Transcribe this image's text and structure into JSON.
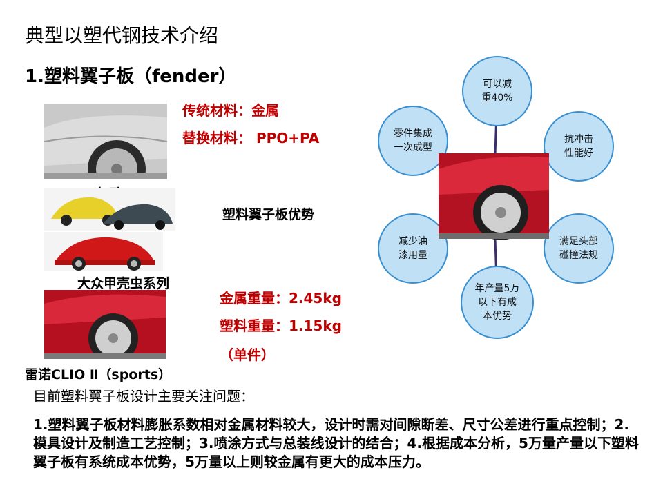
{
  "title": "典型以塑代钢技术介绍",
  "subtitle": "1.塑料翼子板（fender）",
  "traditional": "传统材料：金属",
  "replacement": "替换材料： PPO+PA",
  "cars": {
    "peugeot": "标致307",
    "beetle": "大众甲壳虫系列",
    "clio": "雷诺CLIO Ⅱ（sports）"
  },
  "advantage_heading": "塑料翼子板优势",
  "weights": {
    "metal": "金属重量：2.45kg",
    "plastic": "塑料重量：1.15kg",
    "unit": "（单件）"
  },
  "bubbles": {
    "top": [
      "可以减",
      "重40%"
    ],
    "upper_right": [
      "抗冲击",
      "性能好"
    ],
    "lower_right": [
      "满足头部",
      "碰撞法规"
    ],
    "bottom": [
      "年产量5万",
      "以下有成",
      "本优势"
    ],
    "lower_left": [
      "减少油",
      "漆用量"
    ],
    "upper_left": [
      "零件集成",
      "一次成型"
    ]
  },
  "concern_heading": "目前塑料翼子板设计主要关注问题：",
  "concern_body": "1.塑料翼子板材料膨胀系数相对金属材料较大，设计时需对间隙断差、尺寸公差进行重点控制；2.模具设计及制造工艺控制；3.喷涂方式与总装线设计的结合；4.根据成本分析，5万量产量以下塑料翼子板有系统成本优势，5万量以上则较金属有更大的成本压力。",
  "colors": {
    "accent_red": "#c00000",
    "bubble_fill": "#bfe0f5",
    "bubble_stroke": "#3a8fd0"
  }
}
